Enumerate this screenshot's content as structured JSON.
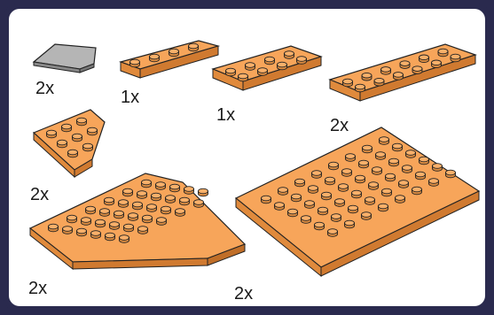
{
  "parts": [
    {
      "id": "grey-wedge-tile",
      "qty": "2x",
      "color": "#a9a9a9"
    },
    {
      "id": "plate-1x4",
      "qty": "1x",
      "color": "#f7a55a"
    },
    {
      "id": "plate-2x4",
      "qty": "1x",
      "color": "#f7a55a"
    },
    {
      "id": "plate-2x6",
      "qty": "2x",
      "color": "#f7a55a"
    },
    {
      "id": "wedge-plate-3x3",
      "qty": "2x",
      "color": "#f7a55a"
    },
    {
      "id": "wedge-plate-6x6",
      "qty": "2x",
      "color": "#f7a55a"
    },
    {
      "id": "plate-6x8",
      "qty": "2x",
      "color": "#f7a55a"
    }
  ],
  "colors": {
    "frame": "#2a2a4e",
    "panel": "#ffffff",
    "orange": "#f7a55a",
    "outline": "#222222"
  }
}
